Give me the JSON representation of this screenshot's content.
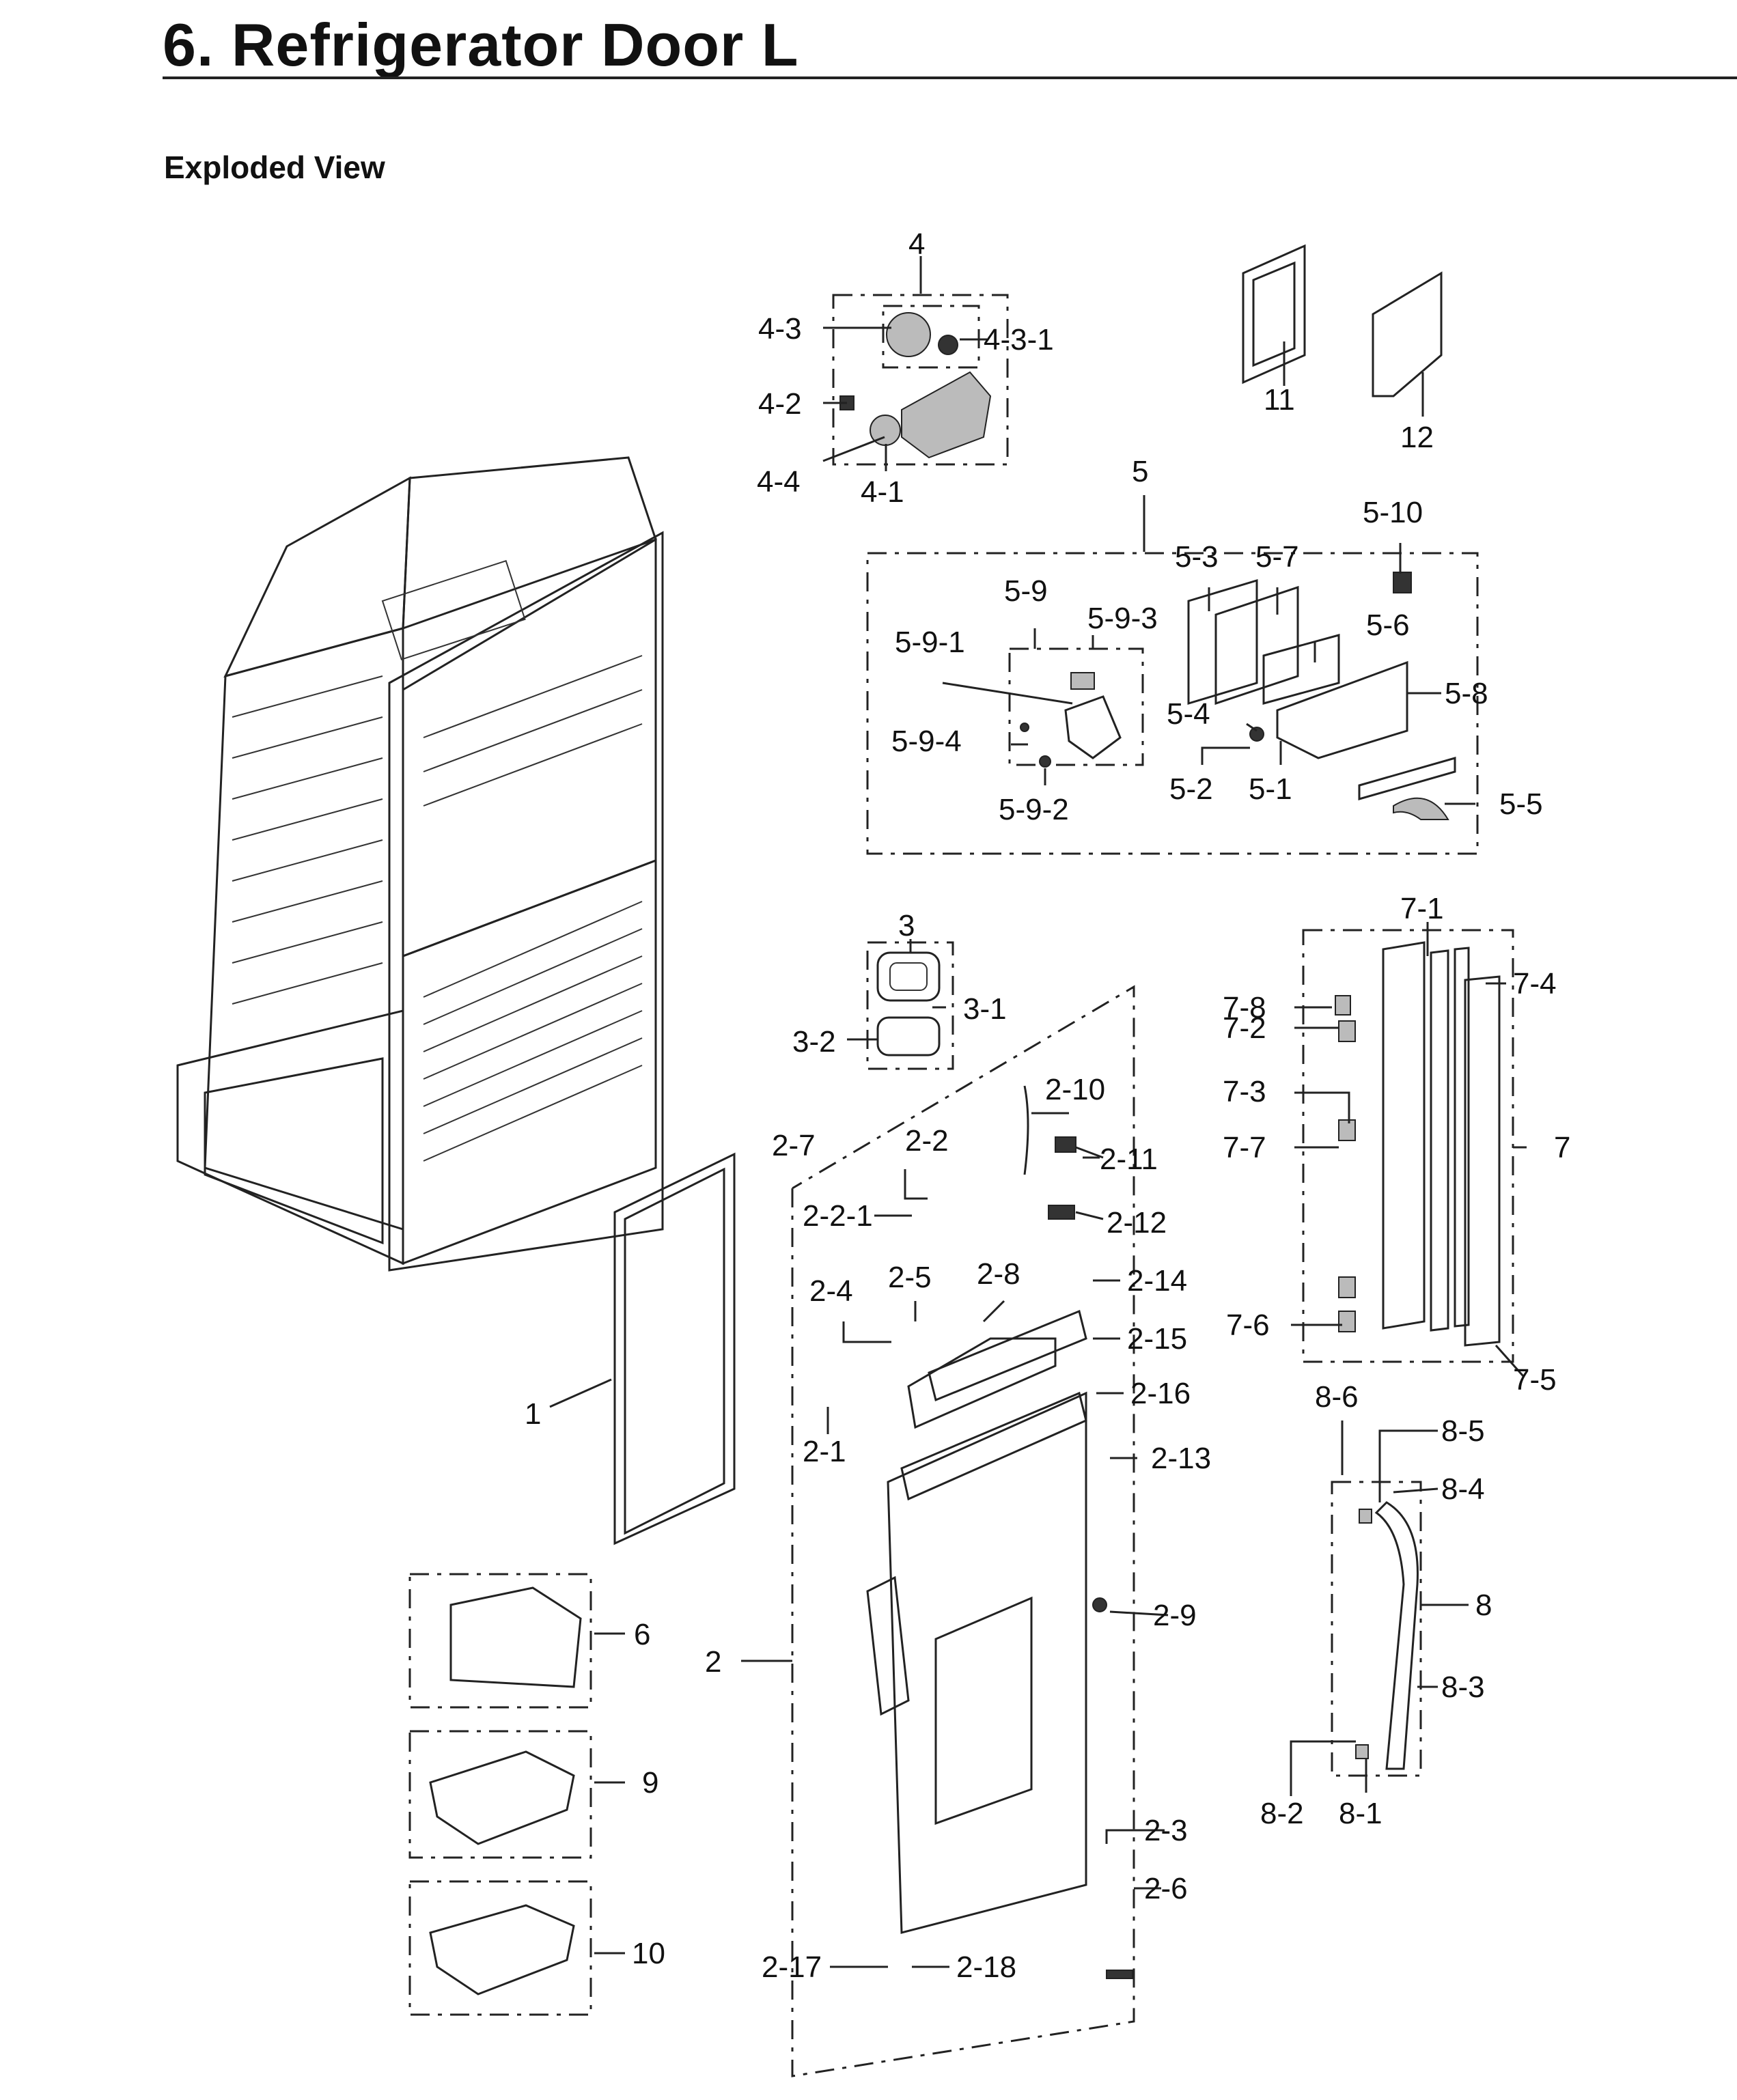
{
  "header": {
    "title": "6.  Refrigerator Door L"
  },
  "section": {
    "label": "Exploded View"
  },
  "callouts": [
    {
      "id": "c-4",
      "text": "4"
    },
    {
      "id": "c-4-3",
      "text": "4-3"
    },
    {
      "id": "c-4-3-1",
      "text": "4-3-1"
    },
    {
      "id": "c-4-2",
      "text": "4-2"
    },
    {
      "id": "c-4-4",
      "text": "4-4"
    },
    {
      "id": "c-4-1",
      "text": "4-1"
    },
    {
      "id": "c-11",
      "text": "11"
    },
    {
      "id": "c-12",
      "text": "12"
    },
    {
      "id": "c-5",
      "text": "5"
    },
    {
      "id": "c-5-10",
      "text": "5-10"
    },
    {
      "id": "c-5-3",
      "text": "5-3"
    },
    {
      "id": "c-5-7",
      "text": "5-7"
    },
    {
      "id": "c-5-9",
      "text": "5-9"
    },
    {
      "id": "c-5-9-3",
      "text": "5-9-3"
    },
    {
      "id": "c-5-6",
      "text": "5-6"
    },
    {
      "id": "c-5-9-1",
      "text": "5-9-1"
    },
    {
      "id": "c-5-8",
      "text": "5-8"
    },
    {
      "id": "c-5-4",
      "text": "5-4"
    },
    {
      "id": "c-5-9-4",
      "text": "5-9-4"
    },
    {
      "id": "c-5-2",
      "text": "5-2"
    },
    {
      "id": "c-5-1",
      "text": "5-1"
    },
    {
      "id": "c-5-5",
      "text": "5-5"
    },
    {
      "id": "c-5-9-2",
      "text": "5-9-2"
    },
    {
      "id": "c-3",
      "text": "3"
    },
    {
      "id": "c-3-1",
      "text": "3-1"
    },
    {
      "id": "c-3-2",
      "text": "3-2"
    },
    {
      "id": "c-7-1",
      "text": "7-1"
    },
    {
      "id": "c-7-8",
      "text": "7-8"
    },
    {
      "id": "c-7-4",
      "text": "7-4"
    },
    {
      "id": "c-7-2",
      "text": "7-2"
    },
    {
      "id": "c-7-3",
      "text": "7-3"
    },
    {
      "id": "c-7-7",
      "text": "7-7"
    },
    {
      "id": "c-7",
      "text": "7"
    },
    {
      "id": "c-7-6",
      "text": "7-6"
    },
    {
      "id": "c-7-5",
      "text": "7-5"
    },
    {
      "id": "c-2-10",
      "text": "2-10"
    },
    {
      "id": "c-2-7",
      "text": "2-7"
    },
    {
      "id": "c-2-2",
      "text": "2-2"
    },
    {
      "id": "c-2-11",
      "text": "2-11"
    },
    {
      "id": "c-2-2-1",
      "text": "2-2-1"
    },
    {
      "id": "c-2-12",
      "text": "2-12"
    },
    {
      "id": "c-2-5",
      "text": "2-5"
    },
    {
      "id": "c-2-8",
      "text": "2-8"
    },
    {
      "id": "c-2-4",
      "text": "2-4"
    },
    {
      "id": "c-2-14",
      "text": "2-14"
    },
    {
      "id": "c-2-15",
      "text": "2-15"
    },
    {
      "id": "c-2-16",
      "text": "2-16"
    },
    {
      "id": "c-1",
      "text": "1"
    },
    {
      "id": "c-2-1",
      "text": "2-1"
    },
    {
      "id": "c-2-13",
      "text": "2-13"
    },
    {
      "id": "c-8-6",
      "text": "8-6"
    },
    {
      "id": "c-8-5",
      "text": "8-5"
    },
    {
      "id": "c-8-4",
      "text": "8-4"
    },
    {
      "id": "c-8",
      "text": "8"
    },
    {
      "id": "c-8-3",
      "text": "8-3"
    },
    {
      "id": "c-8-2",
      "text": "8-2"
    },
    {
      "id": "c-8-1",
      "text": "8-1"
    },
    {
      "id": "c-6",
      "text": "6"
    },
    {
      "id": "c-2",
      "text": "2"
    },
    {
      "id": "c-2-9",
      "text": "2-9"
    },
    {
      "id": "c-9",
      "text": "9"
    },
    {
      "id": "c-10",
      "text": "10"
    },
    {
      "id": "c-2-3",
      "text": "2-3"
    },
    {
      "id": "c-2-6",
      "text": "2-6"
    },
    {
      "id": "c-2-17",
      "text": "2-17"
    },
    {
      "id": "c-2-18",
      "text": "2-18"
    }
  ]
}
